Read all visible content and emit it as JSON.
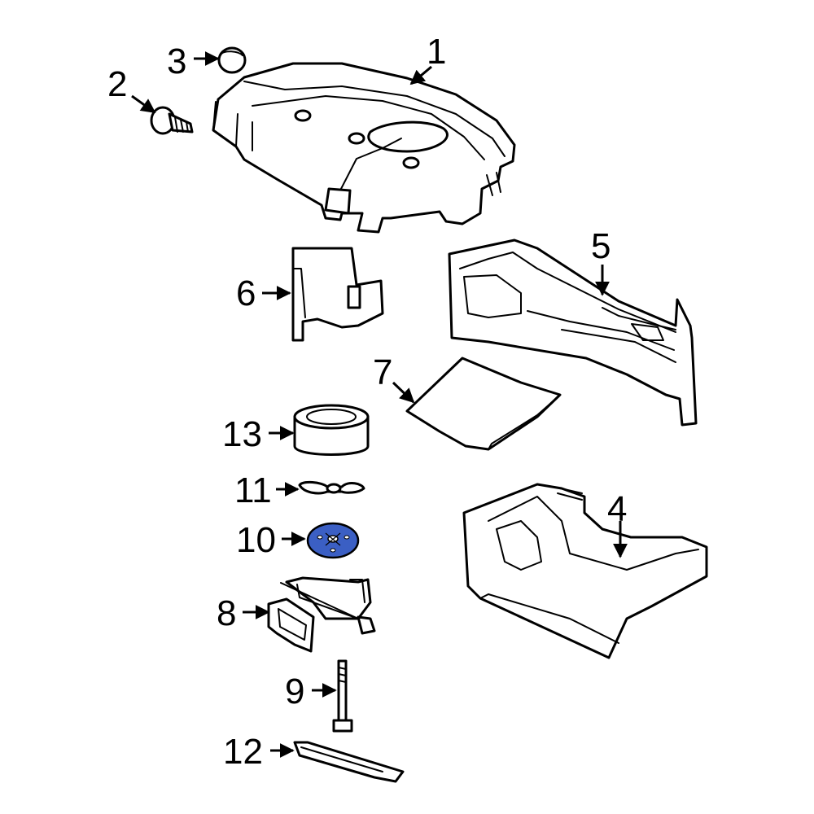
{
  "diagram": {
    "highlight_color": "#3b5fc4",
    "callouts": [
      {
        "id": "c1",
        "label": "1"
      },
      {
        "id": "c2",
        "label": "2"
      },
      {
        "id": "c3",
        "label": "3"
      },
      {
        "id": "c4",
        "label": "4"
      },
      {
        "id": "c5",
        "label": "5"
      },
      {
        "id": "c6",
        "label": "6"
      },
      {
        "id": "c7",
        "label": "7"
      },
      {
        "id": "c8",
        "label": "8"
      },
      {
        "id": "c9",
        "label": "9"
      },
      {
        "id": "c10",
        "label": "10"
      },
      {
        "id": "c11",
        "label": "11"
      },
      {
        "id": "c12",
        "label": "12"
      },
      {
        "id": "c13",
        "label": "13"
      }
    ]
  }
}
